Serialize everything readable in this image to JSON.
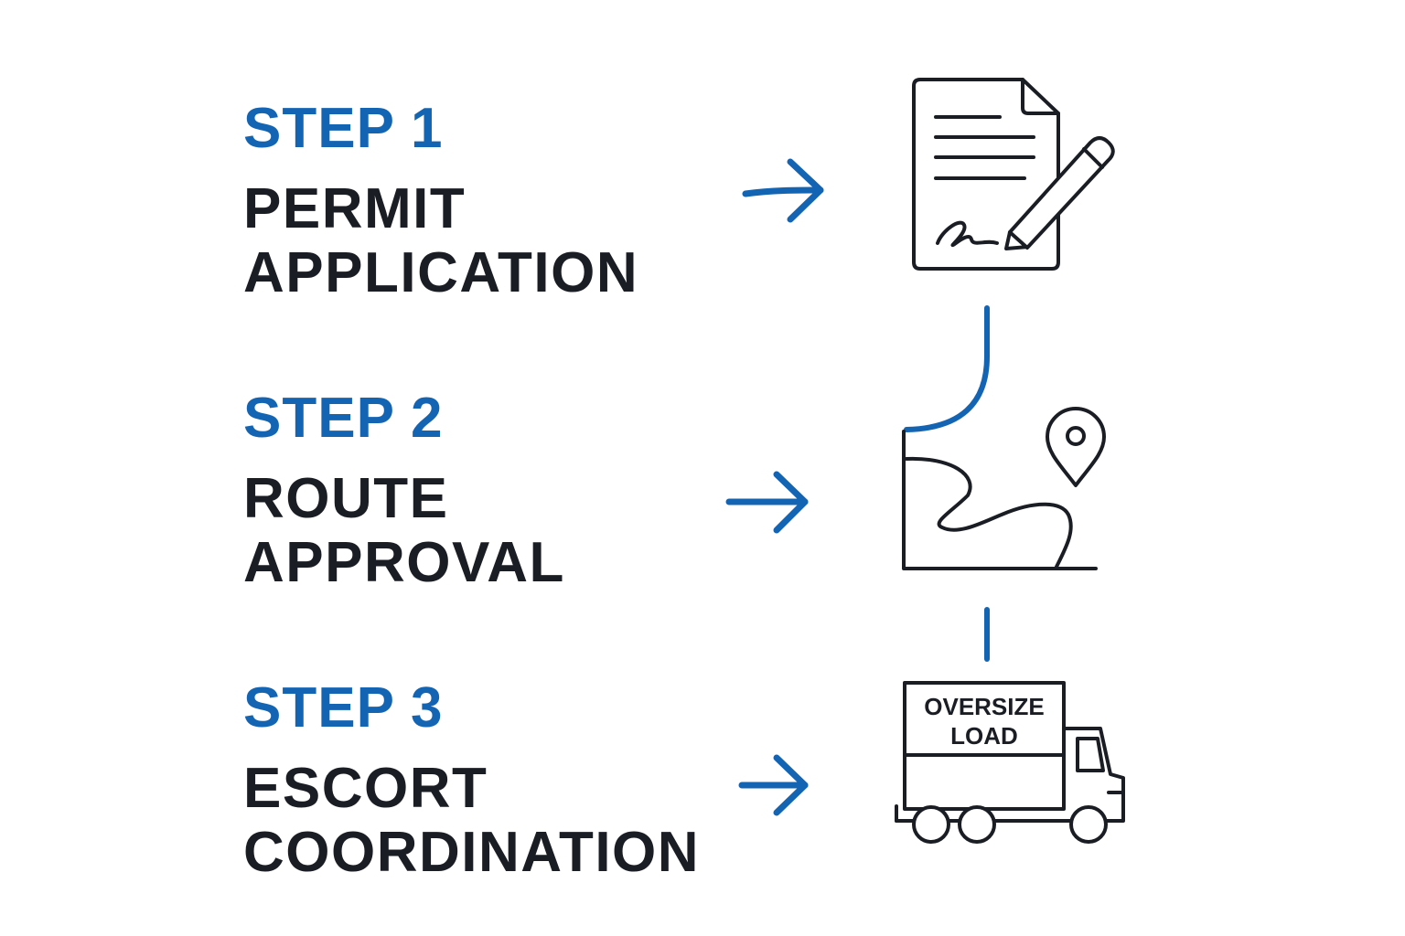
{
  "colors": {
    "accent": "#1464b4",
    "ink": "#1a1d24",
    "background": "#ffffff"
  },
  "steps": [
    {
      "label": "STEP 1",
      "title_lines": [
        "PERMIT",
        "APPLICATION"
      ],
      "icon": "document-signature-icon"
    },
    {
      "label": "STEP 2",
      "title_lines": [
        "ROUTE",
        "APPROVAL"
      ],
      "icon": "route-map-pin-icon"
    },
    {
      "label": "STEP 3",
      "title_lines": [
        "ESCORT",
        "COORDINATION"
      ],
      "icon": "oversize-load-truck-icon"
    }
  ],
  "truck_sign": {
    "line1": "OVERSIZE",
    "line2": "LOAD"
  }
}
